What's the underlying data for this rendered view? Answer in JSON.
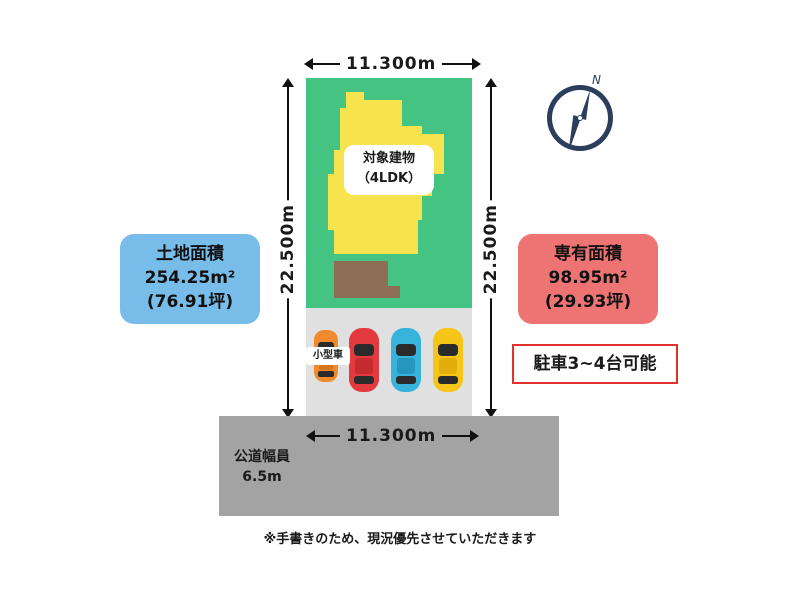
{
  "dimensions": {
    "top_width": "11.300m",
    "bottom_width": "11.300m",
    "left_depth": "22.500m",
    "right_depth": "22.500m"
  },
  "building": {
    "name": "対象建物",
    "layout": "（4LDK）"
  },
  "land_area": {
    "title": "土地面積",
    "area_m2": "254.25m²",
    "area_tsubo": "(76.91坪)"
  },
  "floor_area": {
    "title": "専有面積",
    "area_m2": "98.95m²",
    "area_tsubo": "(29.93坪)"
  },
  "parking": {
    "small_car_label": "小型車",
    "note": "駐車3~4台可能"
  },
  "road": {
    "label_line1": "公道幅員",
    "label_line2": "6.5m"
  },
  "compass": {
    "north_label": "N",
    "icon": "compass-icon"
  },
  "footnote": "※手書きのため、現況優先させていただきます",
  "colors": {
    "lot_green": "#45c383",
    "building_yellow": "#f6e34d",
    "garage_brown": "#8d6e55",
    "parking_gray": "#e0e0e0",
    "road_gray": "#a3a3a3",
    "land_box_blue": "#78bdea",
    "floor_box_red": "#ee7474",
    "note_border_red": "#e0312b",
    "compass_navy": "#2c3e5c",
    "compass_blue": "#6aa5db"
  },
  "cars": [
    {
      "name": "orange-car",
      "color": "#f08a2c"
    },
    {
      "name": "red-car",
      "color": "#e23a3e"
    },
    {
      "name": "blue-car",
      "color": "#38b4dc"
    },
    {
      "name": "yellow-car",
      "color": "#f5c518"
    }
  ]
}
